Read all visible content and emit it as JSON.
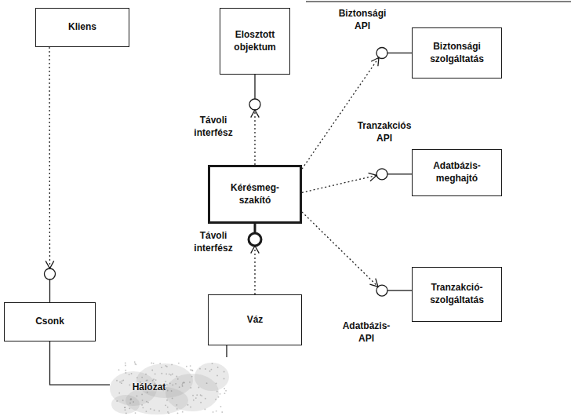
{
  "diagram": {
    "nodes": [
      {
        "text": [
          "Kliens"
        ]
      },
      {
        "text": [
          "Elosztott objektum"
        ]
      },
      {
        "text": [
          "Biztonsági szolgáltatás"
        ]
      },
      {
        "text": [
          "Kérésmeg- szakító"
        ]
      },
      {
        "text": [
          "Adatbázis- meghajtó"
        ]
      },
      {
        "text": [
          "Tranzakció- szolgáltatás"
        ]
      },
      {
        "text": [
          "Csonk"
        ]
      },
      {
        "text": [
          "Váz"
        ]
      },
      {
        "text": [
          "Hálózat"
        ]
      }
    ],
    "edges": [
      {
        "from": 0,
        "to": 6,
        "arrow": "to"
      },
      {
        "from": 3,
        "to": 1,
        "arrow": "to"
      },
      {
        "from": 7,
        "to": 3,
        "arrow": "to"
      },
      {
        "from": 3,
        "to": 2,
        "arrow": "to"
      },
      {
        "from": 3,
        "to": 4,
        "arrow": "to"
      },
      {
        "from": 3,
        "to": 5,
        "arrow": "to"
      },
      {
        "from": 6,
        "to": 8,
        "arrow": "none"
      },
      {
        "from": 7,
        "to": 8,
        "arrow": "none"
      }
    ],
    "labels": [
      "Biztonsági API",
      "Távoli interfész",
      "Tranzakciós API",
      "Távoli interfész",
      "Adatbázis- API"
    ]
  }
}
